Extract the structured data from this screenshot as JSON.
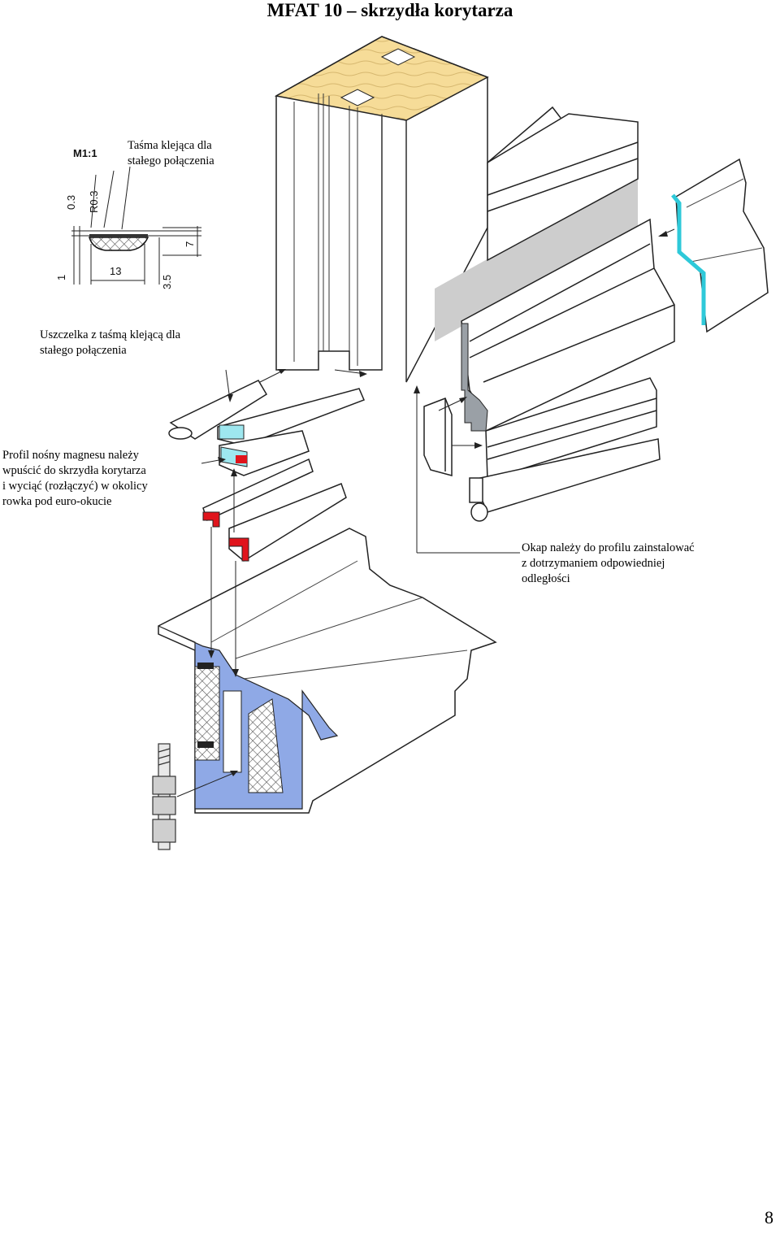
{
  "title": "MFAT 10 – skrzydła korytarza",
  "detail": {
    "scale": "M1:1",
    "dims": {
      "thickness": "0.3",
      "radius": "R0.3",
      "height": "7",
      "bottom": "1",
      "width": "13",
      "depth": "3.5"
    }
  },
  "labels": {
    "tape": [
      "Taśma klejąca dla",
      "stałego połączenia"
    ],
    "seal": [
      "Uszczelka z taśmą klejącą dla",
      "stałego połączenia"
    ],
    "profile": [
      "Profil nośny magnesu należy",
      "wpuścić do skrzydła korytarza",
      "i wyciąć (rozłączyć) w okolicy",
      "rowka pod euro-okucie"
    ],
    "drip": [
      "Okap należy do profilu zainstalować",
      "z dotrzymaniem odpowiedniej",
      "odległości"
    ]
  },
  "page_number": "8",
  "colors": {
    "wood": "#f6dc98",
    "seal_blue": "#9ee7ef",
    "section_blue": "#8fa9e6",
    "magnet_red": "#e0141c",
    "shadow": "#cdcdcd"
  }
}
